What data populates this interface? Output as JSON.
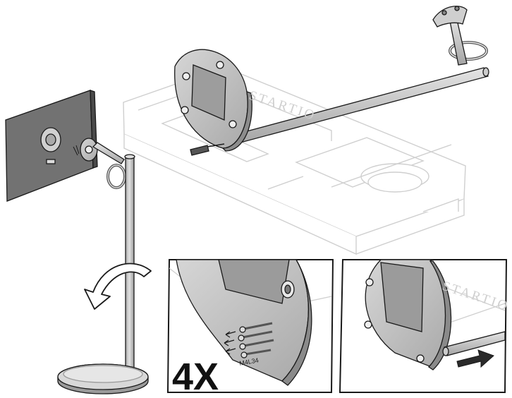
{
  "panels": {
    "detail_left": {
      "count_label": "4X",
      "screw_label": "M4L34"
    },
    "detail_right": {
      "brand_text": "STARTIO"
    }
  },
  "assembly": {
    "brand_text": "STARTIO"
  },
  "colors": {
    "line": "#1a1a1a",
    "metal": "#c8c8c8",
    "metal_dark": "#9a9a9a",
    "plate": "#bdbdbd",
    "screen": "#6e6e6e",
    "foam": "#ffffff",
    "foam_line": "#cfcfcf",
    "arrow": "#2a2a2a"
  },
  "icons": [
    "rotate-arrow-icon",
    "pull-arrow-icon",
    "screwdriver-icon",
    "screw-icon"
  ]
}
